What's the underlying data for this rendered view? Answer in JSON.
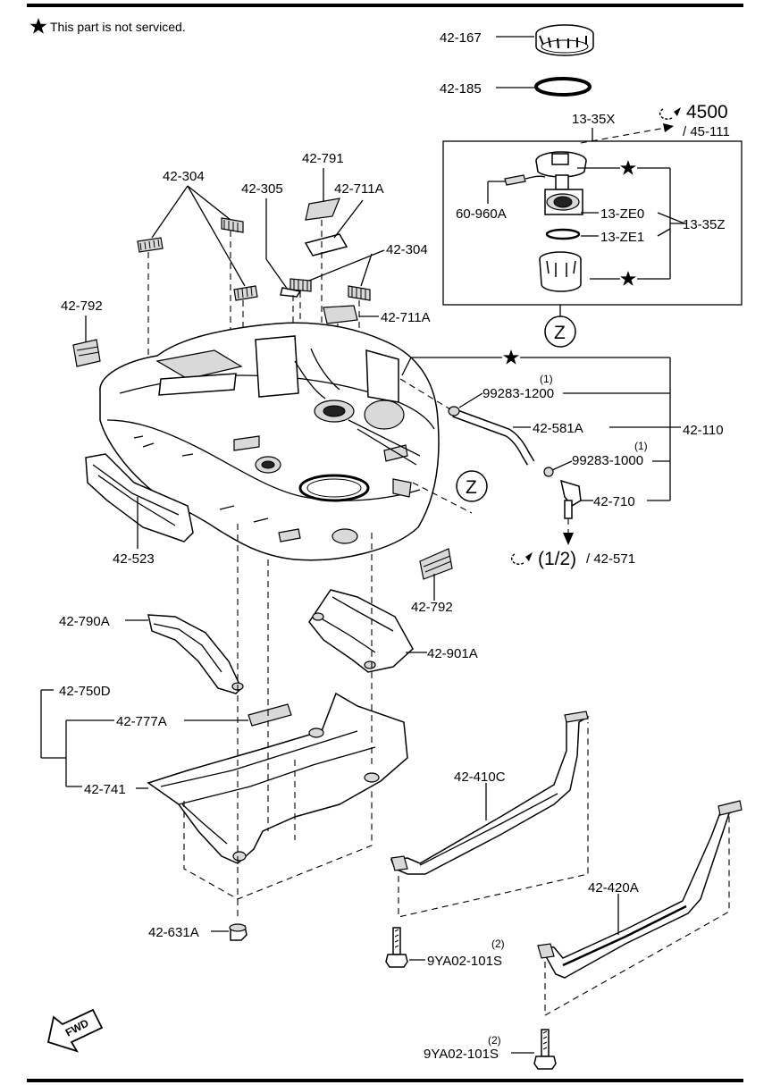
{
  "note": {
    "text": "This part is not serviced."
  },
  "labels": {
    "p42_167": "42-167",
    "p42_185": "42-185",
    "p13_35x": "13-35X",
    "p4500": "4500",
    "p45_111": "/ 45-111",
    "p42_791": "42-791",
    "p42_304a": "42-304",
    "p42_305": "42-305",
    "p42_711a_top": "42-711A",
    "p42_304b": "42-304",
    "p60_960a": "60-960A",
    "p13_ze0": "13-ZE0",
    "p13_ze1": "13-ZE1",
    "p13_35z": "13-35Z",
    "p42_792a": "42-792",
    "p42_711a_mid": "42-711A",
    "z1": "Z",
    "q1a": "(1)",
    "p99283_1200": "99283-1200",
    "p42_581a": "42-581A",
    "p42_110": "42-110",
    "q1b": "(1)",
    "p99283_1000": "99283-1000",
    "p42_710": "42-710",
    "z2": "Z",
    "p42_523": "42-523",
    "p1_2": "(1/2)",
    "p42_571": "/ 42-571",
    "p42_792b": "42-792",
    "p42_790a": "42-790A",
    "p42_901a": "42-901A",
    "p42_750d": "42-750D",
    "p42_777a": "42-777A",
    "p42_741": "42-741",
    "p42_410c": "42-410C",
    "p42_420a": "42-420A",
    "p42_631a": "42-631A",
    "q2a": "(2)",
    "p9ya02_a": "9YA02-101S",
    "q2b": "(2)",
    "p9ya02_b": "9YA02-101S",
    "fwd": "FWD"
  },
  "icons": {
    "star": "star-icon",
    "ref_arrow": "reference-arrow-icon",
    "fwd_arrow": "forward-arrow-icon"
  }
}
